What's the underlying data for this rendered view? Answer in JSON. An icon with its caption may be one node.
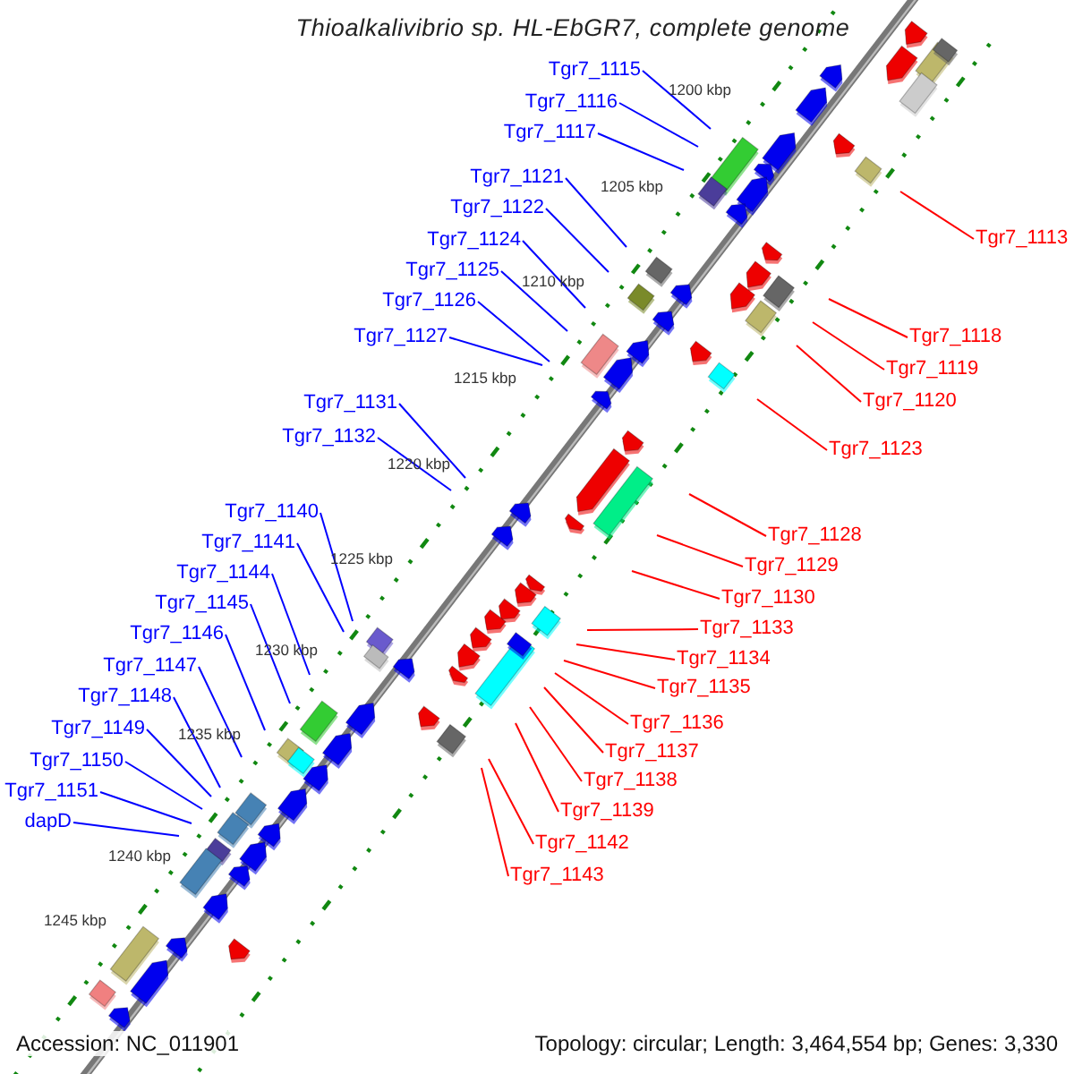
{
  "diagram": {
    "title": "Thioalkalivibrio sp. HL-EbGR7, complete genome",
    "nodes": [
      {
        "text": [
          "Tgr7_1115"
        ]
      },
      {
        "text": [
          "Tgr7_1116"
        ]
      },
      {
        "text": [
          "Tgr7_1117"
        ]
      },
      {
        "text": [
          "Tgr7_1121"
        ]
      },
      {
        "text": [
          "Tgr7_1122"
        ]
      },
      {
        "text": [
          "Tgr7_1124"
        ]
      },
      {
        "text": [
          "Tgr7_1125"
        ]
      },
      {
        "text": [
          "Tgr7_1126"
        ]
      },
      {
        "text": [
          "Tgr7_1127"
        ]
      },
      {
        "text": [
          "Tgr7_1131"
        ]
      },
      {
        "text": [
          "Tgr7_1132"
        ]
      },
      {
        "text": [
          "Tgr7_1140"
        ]
      },
      {
        "text": [
          "Tgr7_1141"
        ]
      },
      {
        "text": [
          "Tgr7_1144"
        ]
      },
      {
        "text": [
          "Tgr7_1145"
        ]
      },
      {
        "text": [
          "Tgr7_1146"
        ]
      },
      {
        "text": [
          "Tgr7_1147"
        ]
      },
      {
        "text": [
          "Tgr7_1148"
        ]
      },
      {
        "text": [
          "Tgr7_1149"
        ]
      },
      {
        "text": [
          "Tgr7_1150"
        ]
      },
      {
        "text": [
          "Tgr7_1151"
        ]
      },
      {
        "text": [
          "dapD"
        ]
      },
      {
        "text": [
          "Tgr7_1113"
        ]
      },
      {
        "text": [
          "Tgr7_1118"
        ]
      },
      {
        "text": [
          "Tgr7_1119"
        ]
      },
      {
        "text": [
          "Tgr7_1120"
        ]
      },
      {
        "text": [
          "Tgr7_1123"
        ]
      },
      {
        "text": [
          "Tgr7_1128"
        ]
      },
      {
        "text": [
          "Tgr7_1129"
        ]
      },
      {
        "text": [
          "Tgr7_1130"
        ]
      },
      {
        "text": [
          "Tgr7_1133"
        ]
      },
      {
        "text": [
          "Tgr7_1134"
        ]
      },
      {
        "text": [
          "Tgr7_1135"
        ]
      },
      {
        "text": [
          "Tgr7_1136"
        ]
      },
      {
        "text": [
          "Tgr7_1137"
        ]
      },
      {
        "text": [
          "Tgr7_1138"
        ]
      },
      {
        "text": [
          "Tgr7_1139"
        ]
      },
      {
        "text": [
          "Tgr7_1142"
        ]
      },
      {
        "text": [
          "Tgr7_1143"
        ]
      }
    ],
    "edges": [
      {
        "from": 0,
        "to": null,
        "arrow": "none"
      },
      {
        "from": 1,
        "to": null,
        "arrow": "none"
      },
      {
        "from": 2,
        "to": null,
        "arrow": "none"
      },
      {
        "from": 3,
        "to": null,
        "arrow": "none"
      },
      {
        "from": 4,
        "to": null,
        "arrow": "none"
      },
      {
        "from": 5,
        "to": null,
        "arrow": "none"
      },
      {
        "from": 6,
        "to": null,
        "arrow": "none"
      },
      {
        "from": 7,
        "to": null,
        "arrow": "none"
      },
      {
        "from": 8,
        "to": null,
        "arrow": "none"
      },
      {
        "from": 9,
        "to": null,
        "arrow": "none"
      },
      {
        "from": 10,
        "to": null,
        "arrow": "none"
      },
      {
        "from": 11,
        "to": null,
        "arrow": "none"
      },
      {
        "from": 12,
        "to": null,
        "arrow": "none"
      },
      {
        "from": 13,
        "to": null,
        "arrow": "none"
      },
      {
        "from": 14,
        "to": null,
        "arrow": "none"
      },
      {
        "from": 15,
        "to": null,
        "arrow": "none"
      },
      {
        "from": 16,
        "to": null,
        "arrow": "none"
      },
      {
        "from": 17,
        "to": null,
        "arrow": "none"
      },
      {
        "from": 18,
        "to": null,
        "arrow": "none"
      },
      {
        "from": 19,
        "to": null,
        "arrow": "none"
      },
      {
        "from": 20,
        "to": null,
        "arrow": "none"
      },
      {
        "from": 21,
        "to": null,
        "arrow": "none"
      },
      {
        "from": 22,
        "to": null,
        "arrow": "none",
        "color": "#ff0000"
      },
      {
        "from": 23,
        "to": null,
        "arrow": "none",
        "color": "#ff0000"
      },
      {
        "from": 24,
        "to": null,
        "arrow": "none",
        "color": "#ff0000"
      },
      {
        "from": 25,
        "to": null,
        "arrow": "none",
        "color": "#ff0000"
      },
      {
        "from": 26,
        "to": null,
        "arrow": "none",
        "color": "#ff0000"
      },
      {
        "from": 27,
        "to": null,
        "arrow": "none",
        "color": "#ff0000"
      },
      {
        "from": 28,
        "to": null,
        "arrow": "none",
        "color": "#ff0000"
      },
      {
        "from": 29,
        "to": null,
        "arrow": "none",
        "color": "#ff0000"
      },
      {
        "from": 30,
        "to": null,
        "arrow": "none",
        "color": "#ff0000"
      },
      {
        "from": 31,
        "to": null,
        "arrow": "none",
        "color": "#ff0000"
      },
      {
        "from": 32,
        "to": null,
        "arrow": "none",
        "color": "#ff0000"
      },
      {
        "from": 33,
        "to": null,
        "arrow": "none",
        "color": "#ff0000"
      },
      {
        "from": 34,
        "to": null,
        "arrow": "none",
        "color": "#ff0000"
      },
      {
        "from": 35,
        "to": null,
        "arrow": "none",
        "color": "#ff0000"
      },
      {
        "from": 36,
        "to": null,
        "arrow": "none",
        "color": "#ff0000"
      },
      {
        "from": 37,
        "to": null,
        "arrow": "none",
        "color": "#ff0000"
      },
      {
        "from": 38,
        "to": null,
        "arrow": "none",
        "color": "#ff0000"
      }
    ],
    "labels": [
      "1200 kbp",
      "1205 kbp",
      "1210 kbp",
      "1215 kbp",
      "1220 kbp",
      "1225 kbp",
      "1230 kbp",
      "1235 kbp",
      "1240 kbp",
      "1245 kbp",
      "Accession: NC_011901",
      "Topology: circular; Length: 3,464,554 bp; Genes: 3,330"
    ]
  }
}
